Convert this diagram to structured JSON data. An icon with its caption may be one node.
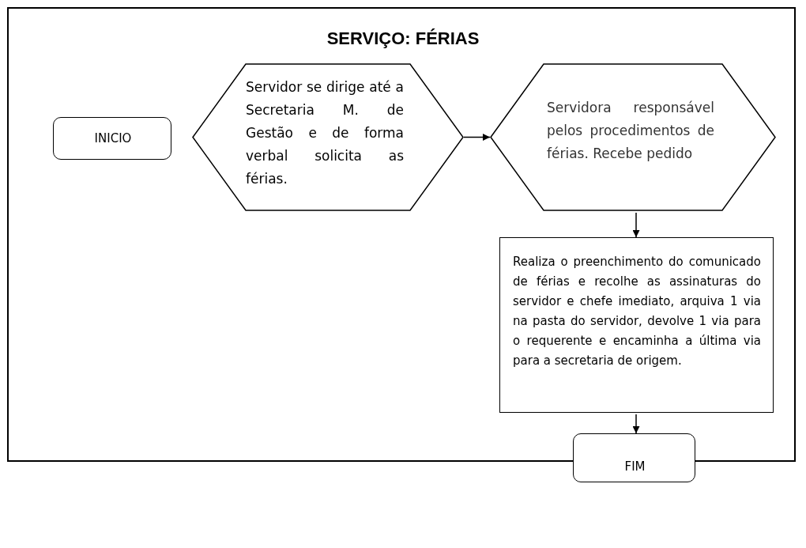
{
  "diagram": {
    "title": "SERVIÇO: FÉRIAS",
    "nodes": [
      {
        "text": [
          "INICIO"
        ]
      },
      {
        "text": [
          "Servidor se dirige até a Secretaria M. de Gestão e de forma verbal solicita as férias."
        ]
      },
      {
        "text": [
          "Servidora responsável pelos procedimentos de férias. Recebe pedido"
        ]
      },
      {
        "text": [
          "Realiza o preenchimento do comunicado de férias e recolhe as assinaturas do servidor e chefe imediato, arquiva 1 via na pasta do servidor, devolve 1 via para o requerente e encaminha a última via para a secretaria de origem."
        ]
      },
      {
        "text": [
          "FIM"
        ]
      }
    ],
    "edges": [
      {
        "from": 1,
        "to": 2,
        "arrow": "to"
      },
      {
        "from": 2,
        "to": 3,
        "arrow": "to"
      },
      {
        "from": 3,
        "to": 4,
        "arrow": "to"
      }
    ]
  }
}
